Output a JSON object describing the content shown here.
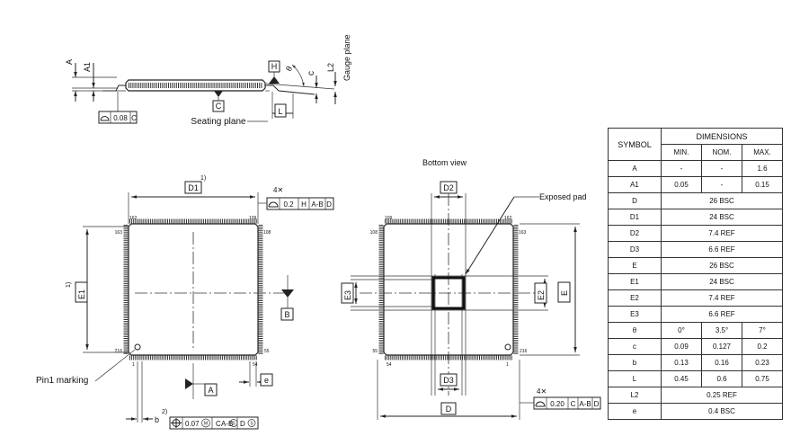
{
  "labels": {
    "A": "A",
    "A1": "A1",
    "H": "H",
    "theta": "θ",
    "c": "c",
    "L2": "L2",
    "gauge_plane": "Gauge plane",
    "C": "C",
    "L": "L",
    "seating_plane": "Seating plane",
    "D1": "D1",
    "E1": "E1",
    "B": "B",
    "Adatum": "A",
    "b": "b",
    "e": "e",
    "pin1_marking": "Pin1 marking",
    "bottom_view": "Bottom view",
    "exposed_pad": "Exposed pad",
    "D2": "D2",
    "D3": "D3",
    "E2": "E2",
    "E3": "E3",
    "D": "D",
    "E": "E",
    "note_1a": "1)",
    "note_1b": "1)",
    "note_2": "2)",
    "four_x_top": "4✕",
    "four_x_bottom": "4✕"
  },
  "fcf": {
    "coplanarity": [
      "0.08",
      "C"
    ],
    "top_profile": [
      "0.2",
      "H",
      "A-B",
      "D"
    ],
    "position": [
      "0.07",
      "C",
      "A-B",
      "D"
    ],
    "bottom_profile": [
      "0.20",
      "C",
      "A-B",
      "D"
    ]
  },
  "pin_numbers": {
    "top_tl": "162",
    "top_tr": "109",
    "top_rt": "108",
    "top_lt": "163",
    "top_lb": "216",
    "top_rb": "55",
    "top_br": "54",
    "top_bl": "1",
    "bot_tl": "109",
    "bot_tr": "162",
    "bot_lt": "108",
    "bot_rt": "163",
    "bot_lb": "55",
    "bot_rb": "216",
    "bot_bl": "54",
    "bot_br": "1"
  },
  "table": {
    "symbol_header": "SYMBOL",
    "dimensions_header": "DIMENSIONS",
    "min_header": "MIN.",
    "nom_header": "NOM.",
    "max_header": "MAX.",
    "rows": [
      {
        "sym": "A",
        "min": "-",
        "nom": "-",
        "max": "1.6"
      },
      {
        "sym": "A1",
        "min": "0.05",
        "nom": "-",
        "max": "0.15"
      },
      {
        "sym": "D",
        "span": "26 BSC"
      },
      {
        "sym": "D1",
        "span": "24 BSC"
      },
      {
        "sym": "D2",
        "span": "7.4 REF"
      },
      {
        "sym": "D3",
        "span": "6.6 REF"
      },
      {
        "sym": "E",
        "span": "26 BSC"
      },
      {
        "sym": "E1",
        "span": "24 BSC"
      },
      {
        "sym": "E2",
        "span": "7.4 REF"
      },
      {
        "sym": "E3",
        "span": "6.6 REF"
      },
      {
        "sym": "θ",
        "min": "0°",
        "nom": "3.5°",
        "max": "7°"
      },
      {
        "sym": "c",
        "min": "0.09",
        "nom": "0.127",
        "max": "0.2"
      },
      {
        "sym": "b",
        "min": "0.13",
        "nom": "0.16",
        "max": "0.23"
      },
      {
        "sym": "L",
        "min": "0.45",
        "nom": "0.6",
        "max": "0.75"
      },
      {
        "sym": "L2",
        "span": "0.25 REF"
      },
      {
        "sym": "e",
        "span": "0.4 BSC"
      }
    ]
  }
}
